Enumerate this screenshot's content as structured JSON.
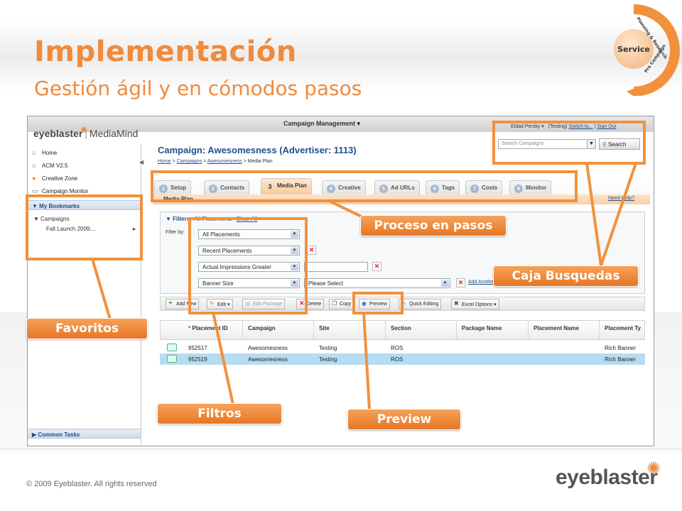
{
  "slide": {
    "title": "Implementación",
    "subtitle": "Gestión ágil y en cómodos pasos",
    "copyright": "© 2009 Eyeblaster. All rights reserved",
    "footer_logo": "eyeblaster"
  },
  "service_cycle": {
    "center": "Service",
    "arc_top": "Planning & Research",
    "arc_bottom": "Pre Campaign"
  },
  "app": {
    "logo": "eyeblaster",
    "logo_product": "MediaMind",
    "top_menu": "Campaign Management ▾",
    "user": {
      "name": "Eldad Persky ▾",
      "env": "(Testing)",
      "switch": "Switch to...",
      "sign_out": "Sign Out"
    },
    "search": {
      "placeholder": "Search Campaigns",
      "button": "Search"
    },
    "sidebar": {
      "items": [
        {
          "label": "Home"
        },
        {
          "label": "ACM V2.5"
        },
        {
          "label": "Creative Zone"
        },
        {
          "label": "Campaign Monitor"
        }
      ],
      "bookmarks_header": "My Bookmarks",
      "bookmarks_group": "Campaigns",
      "bookmarks_entry": "Fall Launch 2009:...",
      "common_tasks": "Common Tasks"
    },
    "campaign_title": "Campaign: Awesomesness (Advertiser: 1113)",
    "breadcrumb": {
      "home": "Home",
      "campaigns": "Campaigns",
      "campaign": "Awesomesness",
      "current": "Media Plan",
      "sep": ">"
    },
    "tabs": [
      {
        "num": "1",
        "label": "Setup"
      },
      {
        "num": "2",
        "label": "Contacts"
      },
      {
        "num": "3",
        "label": "Media Plan"
      },
      {
        "num": "4",
        "label": "Creative"
      },
      {
        "num": "5",
        "label": "Ad URLs"
      },
      {
        "num": "6",
        "label": "Tags"
      },
      {
        "num": "7",
        "label": "Costs"
      },
      {
        "num": "8",
        "label": "Monitor"
      }
    ],
    "section_label": "Media Plan",
    "help_link": "Need Help?",
    "filters": {
      "header": "▼ Filters",
      "active": "All Placements",
      "clear": "Clear All",
      "filter_by": "Filter by:",
      "selects": [
        "All Placements",
        "Recent Placements",
        "Actual Impressions Greater",
        "Banner Size"
      ],
      "banner_value": "Please Select",
      "add_another": "Add Another"
    },
    "toolbar": {
      "add_new": "Add New",
      "edit": "Edit ▾",
      "edit_package": "Edit Package",
      "delete": "Delete",
      "copy": "Copy",
      "preview": "Preview",
      "quick_editing": "Quick Editing",
      "excel_options": "Excel Options ▾"
    },
    "grid": {
      "columns": [
        "Placement ID",
        "Campaign",
        "Site",
        "Section",
        "Package Name",
        "Placement Name",
        "Placement Ty"
      ],
      "required_mark": "*",
      "rows": [
        {
          "id": "952517",
          "campaign": "Awesomesness",
          "site": "Testing",
          "section": "ROS",
          "package": "",
          "name": "",
          "type": "Rich Banner"
        },
        {
          "id": "952519",
          "campaign": "Awesomesness",
          "site": "Testing",
          "section": "ROS",
          "package": "",
          "name": "",
          "type": "Rich Banner"
        }
      ]
    }
  },
  "annotations": {
    "steps": "Proceso en pasos",
    "search": "Caja Busquedas",
    "favorites": "Favoritos",
    "filters": "Filtros",
    "preview": "Preview",
    "color": "#F2913C"
  }
}
